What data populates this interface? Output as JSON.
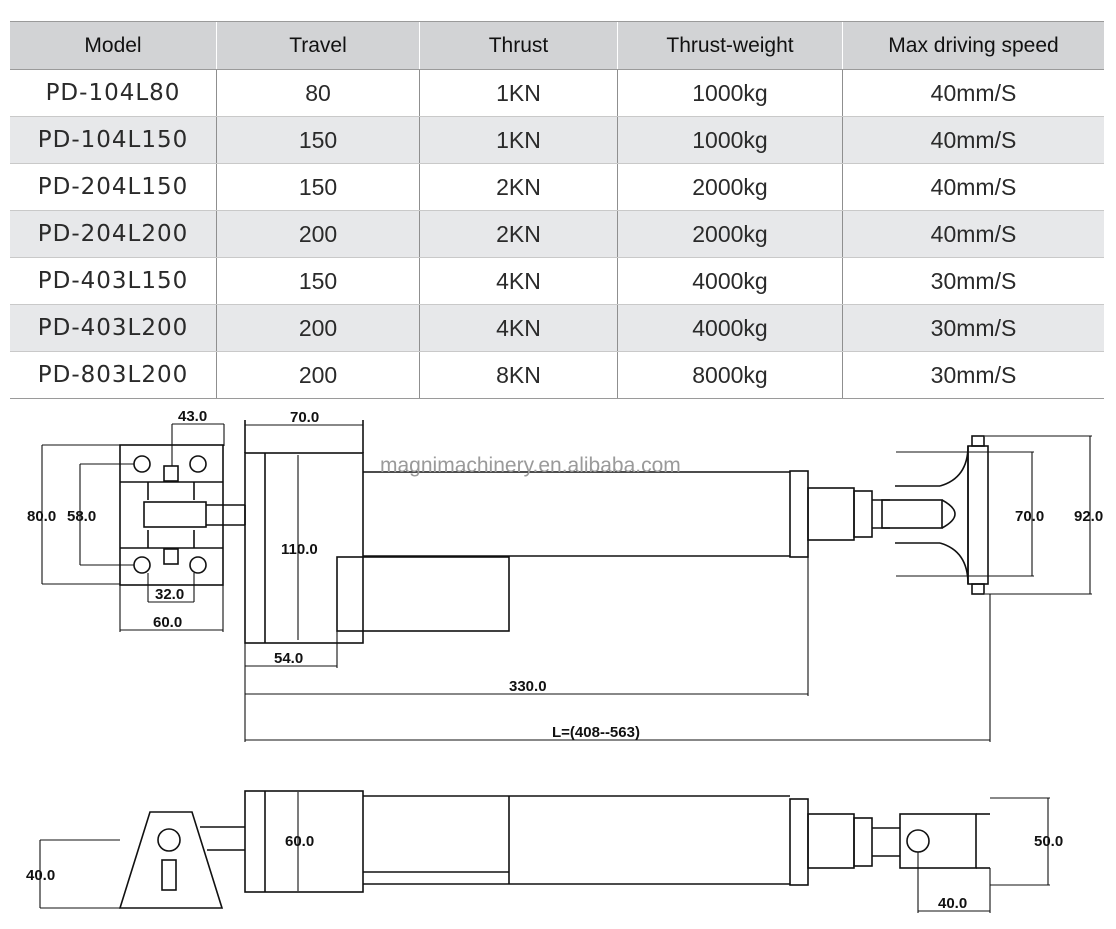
{
  "table": {
    "headers": [
      "Model",
      "Travel",
      "Thrust",
      "Thrust-weight",
      "Max driving speed"
    ],
    "rows": [
      [
        "PD-104L80",
        "80",
        "1KN",
        "1000kg",
        "40mm/S"
      ],
      [
        "PD-104L150",
        "150",
        "1KN",
        "1000kg",
        "40mm/S"
      ],
      [
        "PD-204L150",
        "150",
        "2KN",
        "2000kg",
        "40mm/S"
      ],
      [
        "PD-204L200",
        "200",
        "2KN",
        "2000kg",
        "40mm/S"
      ],
      [
        "PD-403L150",
        "150",
        "4KN",
        "4000kg",
        "30mm/S"
      ],
      [
        "PD-403L200",
        "200",
        "4KN",
        "4000kg",
        "30mm/S"
      ],
      [
        "PD-803L200",
        "200",
        "8KN",
        "8000kg",
        "30mm/S"
      ]
    ]
  },
  "drawing": {
    "watermark": "magnimachinery.en.alibaba.com",
    "top_view": {
      "dim_43": "43.0",
      "dim_70_top": "70.0",
      "dim_80": "80.0",
      "dim_58": "58.0",
      "dim_32": "32.0",
      "dim_60": "60.0",
      "dim_110": "110.0",
      "dim_54": "54.0",
      "dim_330": "330.0",
      "dim_L": "L=(408--563)",
      "dim_70_right": "70.0",
      "dim_92": "92.0"
    },
    "side_view": {
      "dim_40_left": "40.0",
      "dim_60": "60.0",
      "dim_50": "50.0",
      "dim_40_bottom": "40.0"
    }
  }
}
